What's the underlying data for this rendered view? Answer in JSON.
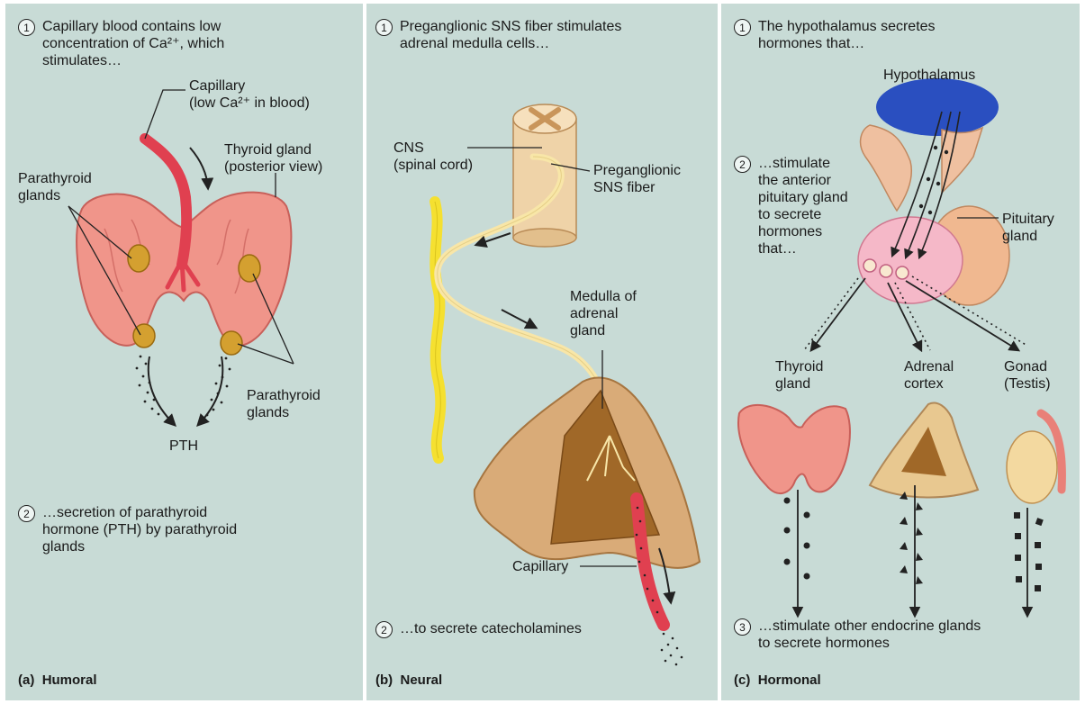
{
  "panels": [
    {
      "letter": "(a)",
      "title": "Humoral",
      "step1": {
        "num": "1",
        "lines": [
          "Capillary blood contains low",
          "concentration of Ca²⁺, which",
          "stimulates…"
        ]
      },
      "step2": {
        "num": "2",
        "lines": [
          "…secretion of parathyroid",
          "hormone (PTH) by parathyroid",
          "glands"
        ]
      },
      "labels": {
        "capillary": [
          "Capillary",
          "(low Ca²⁺ in blood)"
        ],
        "thyroid": [
          "Thyroid gland",
          "(posterior view)"
        ],
        "parathyroid_top": [
          "Parathyroid",
          "glands"
        ],
        "parathyroid_bottom": [
          "Parathyroid",
          "glands"
        ],
        "pth": "PTH"
      }
    },
    {
      "letter": "(b)",
      "title": "Neural",
      "step1": {
        "num": "1",
        "lines": [
          "Preganglionic SNS fiber stimulates",
          "adrenal medulla cells…"
        ]
      },
      "step2": {
        "num": "2",
        "lines": [
          "…to secrete catecholamines"
        ]
      },
      "labels": {
        "cns": [
          "CNS",
          "(spinal cord)"
        ],
        "fiber": [
          "Preganglionic",
          "SNS fiber"
        ],
        "medulla": [
          "Medulla of",
          "adrenal",
          "gland"
        ],
        "capillary": "Capillary"
      }
    },
    {
      "letter": "(c)",
      "title": "Hormonal",
      "step1": {
        "num": "1",
        "lines": [
          "The hypothalamus secretes",
          "hormones that…"
        ]
      },
      "step2": {
        "num": "2",
        "lines": [
          "…stimulate",
          "the anterior",
          "pituitary gland",
          "to secrete",
          "hormones",
          "that…"
        ]
      },
      "step3": {
        "num": "3",
        "lines": [
          "…stimulate other endocrine glands",
          "to secrete hormones"
        ]
      },
      "labels": {
        "hypothalamus": "Hypothalamus",
        "pituitary": [
          "Pituitary",
          "gland"
        ],
        "thyroid": [
          "Thyroid",
          "gland"
        ],
        "adrenal": [
          "Adrenal",
          "cortex"
        ],
        "gonad": [
          "Gonad",
          "(Testis)"
        ]
      }
    }
  ],
  "colors": {
    "background": "#c8dbd6",
    "gland_pink": "#f0958a",
    "gland_dark": "#c8605a",
    "parathyroid": "#d4a030",
    "capillary_red": "#e04050",
    "nerve_yellow": "#f5e030",
    "fiber_cream": "#f8e6a8",
    "spinal_tan": "#efd3a8",
    "adrenal_tan": "#d9ab78",
    "adrenal_brown": "#a06828",
    "hypothalamus_blue": "#2a4fc0",
    "pituitary_pink": "#f5b8c8",
    "testis_cream": "#f3d9a0"
  }
}
